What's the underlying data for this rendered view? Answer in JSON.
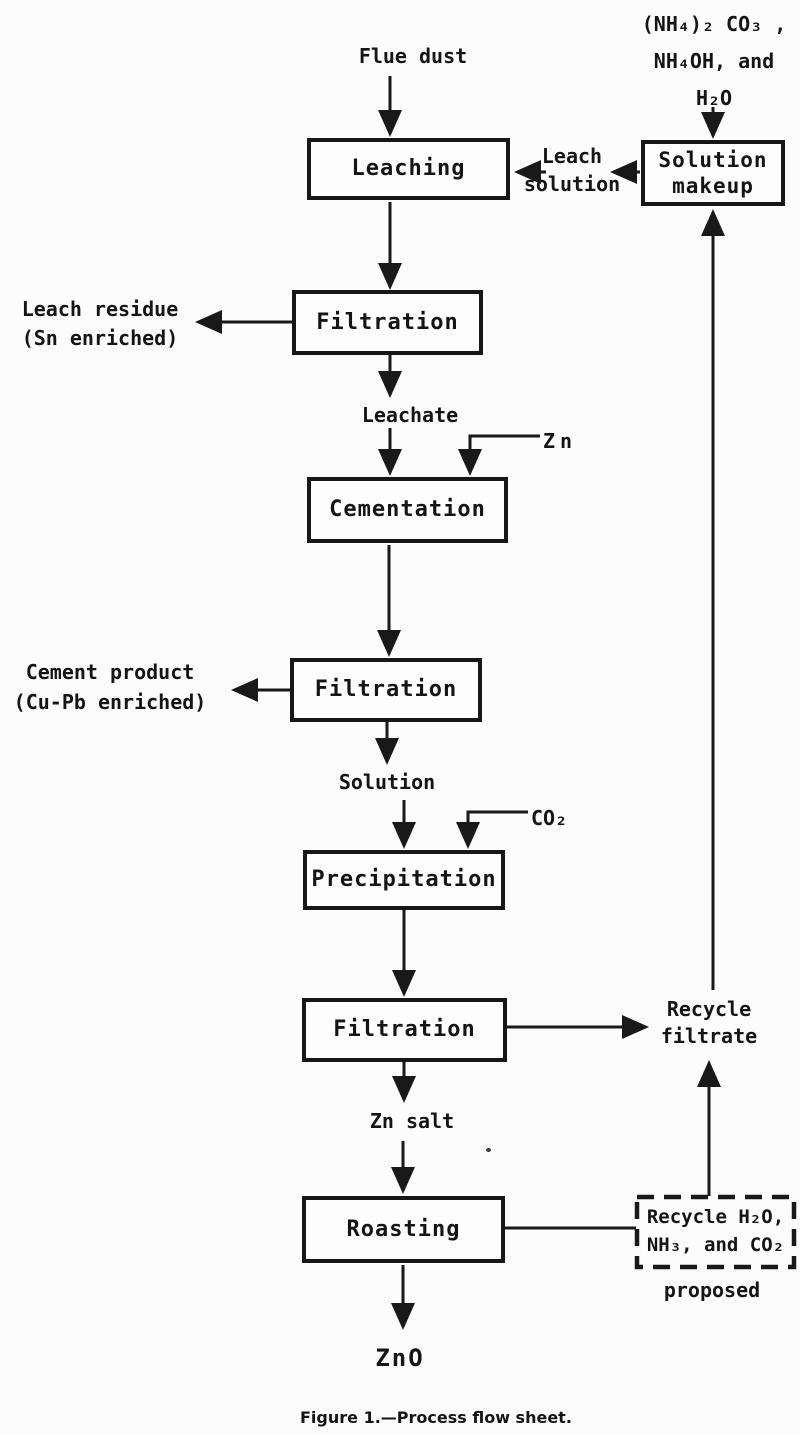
{
  "figure_caption": "Figure 1.—Process flow sheet.",
  "boxes": {
    "leaching": {
      "label": "Leaching"
    },
    "solution_makeup": {
      "line1": "Solution",
      "line2": "makeup"
    },
    "filtration1": {
      "label": "Filtration"
    },
    "cementation": {
      "label": "Cementation"
    },
    "filtration2": {
      "label": "Filtration"
    },
    "precipitation": {
      "label": "Precipitation"
    },
    "filtration3": {
      "label": "Filtration"
    },
    "roasting": {
      "label": "Roasting"
    },
    "recycle_proposed": {
      "line1": "Recycle H₂O,",
      "line2": "NH₃, and CO₂",
      "tag": "proposed"
    }
  },
  "labels": {
    "flue_dust": "Flue dust",
    "reagents": {
      "line1": "(NH₄)₂ CO₃ ,",
      "line2": "NH₄OH, and",
      "line3": "H₂O"
    },
    "leach_solution": {
      "line1": "Leach",
      "line2": "solution"
    },
    "leach_residue": {
      "line1": "Leach residue",
      "line2": "(Sn enriched)"
    },
    "leachate": "Leachate",
    "zn": "Zn",
    "cement_product": {
      "line1": "Cement product",
      "line2": "(Cu-Pb enriched)"
    },
    "solution": "Solution",
    "co2": "CO₂",
    "recycle_filtrate": {
      "line1": "Recycle",
      "line2": "filtrate"
    },
    "zn_salt": "Zn salt",
    "zno": "ZnO"
  }
}
